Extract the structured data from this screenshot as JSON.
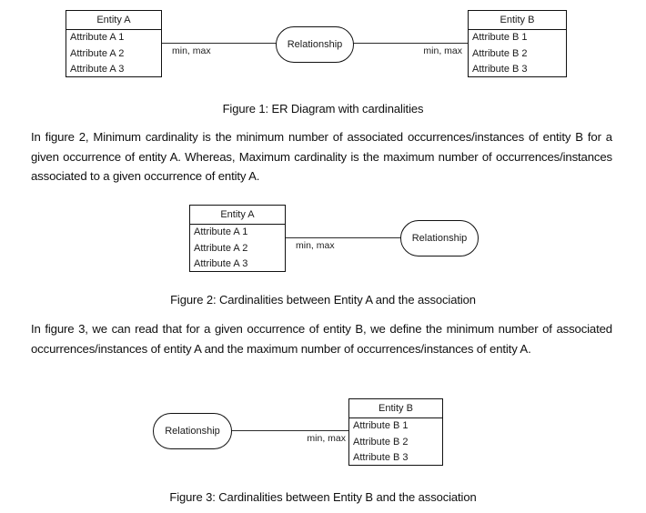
{
  "document": {
    "figures": [
      {
        "id": "figure-1",
        "caption": "Figure 1: ER Diagram with cardinalities",
        "entity_left": {
          "title": "Entity A",
          "attributes": [
            "Attribute A 1",
            "Attribute A 2",
            "Attribute A 3"
          ]
        },
        "relationship": {
          "label": "Relationship"
        },
        "entity_right": {
          "title": "Entity B",
          "attributes": [
            "Attribute B 1",
            "Attribute B 2",
            "Attribute B 3"
          ]
        },
        "cardinality_left": "min, max",
        "cardinality_right": "min, max"
      },
      {
        "id": "figure-2",
        "caption": "Figure 2: Cardinalities between Entity A and the association",
        "entity_left": {
          "title": "Entity A",
          "attributes": [
            "Attribute A 1",
            "Attribute A 2",
            "Attribute A 3"
          ]
        },
        "relationship": {
          "label": "Relationship"
        },
        "cardinality": "min, max"
      },
      {
        "id": "figure-3",
        "caption": "Figure 3: Cardinalities between Entity B and the association",
        "relationship": {
          "label": "Relationship"
        },
        "entity_right": {
          "title": "Entity B",
          "attributes": [
            "Attribute B 1",
            "Attribute B 2",
            "Attribute B 3"
          ]
        },
        "cardinality": "min, max"
      }
    ],
    "paragraphs": [
      {
        "id": "paragraph-1",
        "text": "In figure 2,  Minimum cardinality is the minimum number of associated occurrences/instances of entity B for a given occurrence of entity A. Whereas, Maximum cardinality is the maximum number of occurrences/instances associated to a given occurrence of entity A."
      },
      {
        "id": "paragraph-2",
        "text": "In figure 3,  we can read that for a given occurrence of entity B, we define the minimum number of associated occurrences/instances of entity A and the maximum number of occurrences/instances of entity A."
      }
    ]
  },
  "colors": {
    "stroke": "#111111",
    "line": "#2b2b2b",
    "text": "#0f0f0f",
    "background": "#ffffff"
  }
}
